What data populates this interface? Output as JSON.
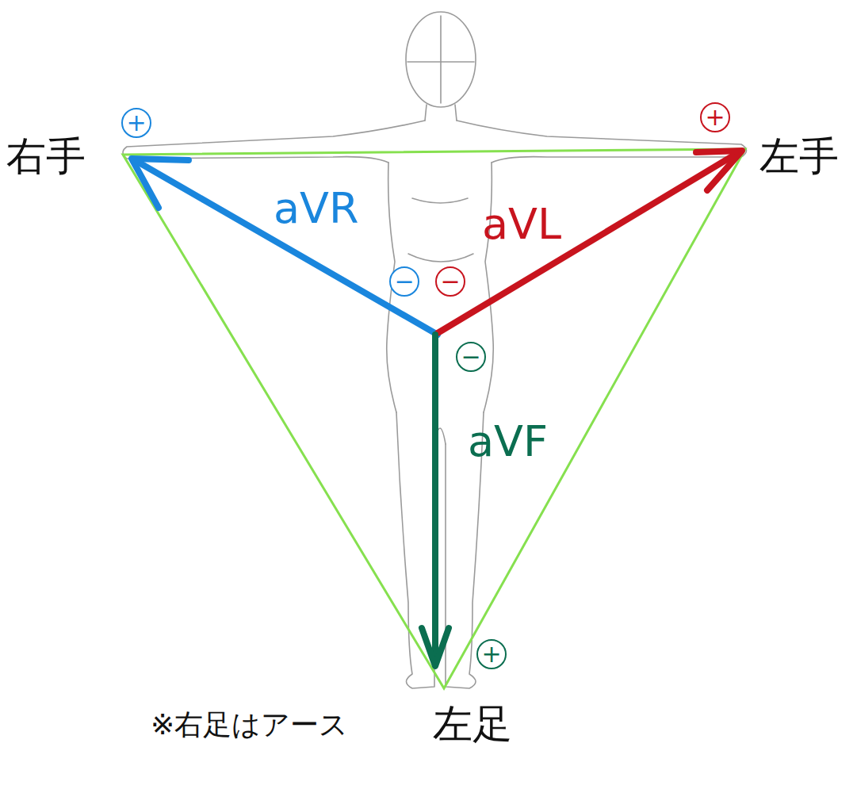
{
  "diagram": {
    "nodes": [
      {
        "text": [
          "+"
        ]
      },
      {
        "text": [
          "+"
        ]
      },
      {
        "text": [
          "−"
        ]
      },
      {
        "text": [
          "−"
        ]
      },
      {
        "text": [
          "−"
        ]
      },
      {
        "text": [
          "+"
        ]
      }
    ],
    "labels": [
      "右手",
      "左手",
      "aVR",
      "aVL",
      "aVF",
      "※右足はアース",
      "左足"
    ]
  }
}
